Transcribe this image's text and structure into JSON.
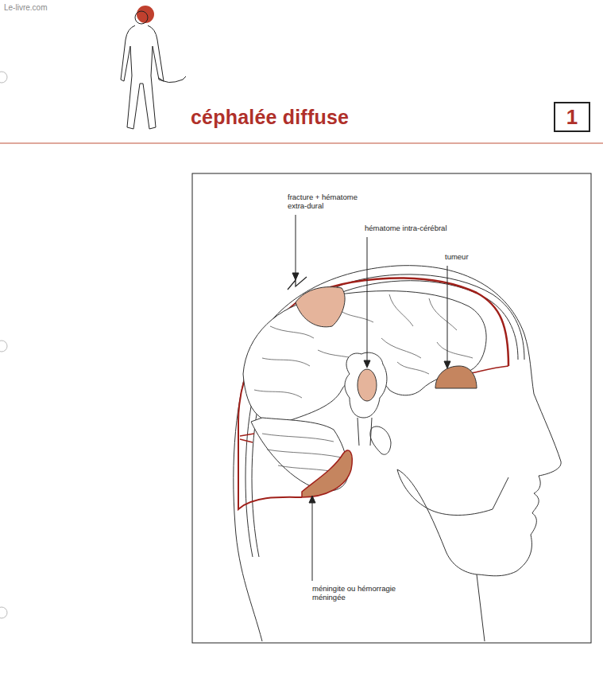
{
  "diagram": {
    "title": "céphalée diffuse",
    "nodes": [
      {
        "text": [
          "1"
        ]
      }
    ],
    "labels": [
      "Le-livre.com",
      "fracture + hématome extra-dural",
      "hématome intra-cérébral",
      "tumeur",
      "méningite ou hémorragie méningée"
    ]
  }
}
